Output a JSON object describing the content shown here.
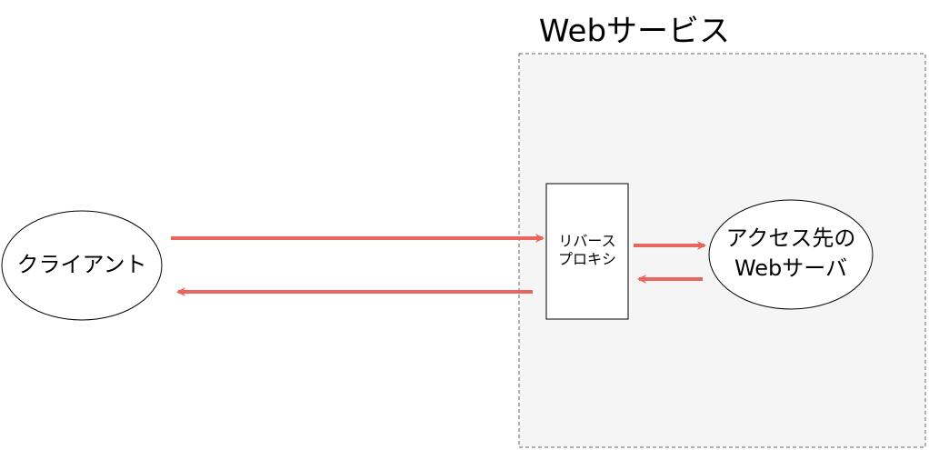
{
  "diagram": {
    "group_title": "Webサービス",
    "client_label": "クライアント",
    "proxy_label_line1": "リバース",
    "proxy_label_line2": "プロキシ",
    "server_label_line1": "アクセス先の",
    "server_label_line2": "Webサーバ",
    "arrow_color": "#e8665e",
    "group_fill": "#f5f5f5",
    "group_border": "#666666"
  }
}
